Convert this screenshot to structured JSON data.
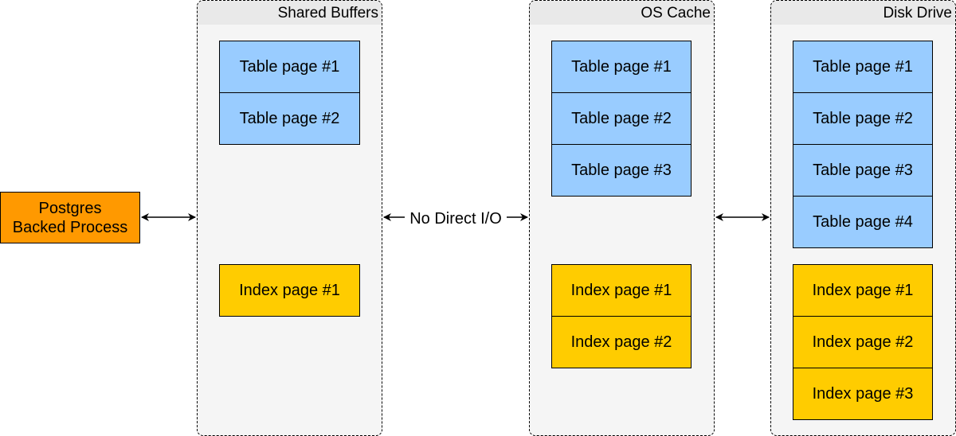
{
  "process": {
    "line1": "Postgres",
    "line2": "Backed Process"
  },
  "containers": [
    {
      "title": "Shared Buffers",
      "table_pages": [
        "Table page #1",
        "Table page #2"
      ],
      "index_pages": [
        "Index page #1"
      ]
    },
    {
      "title": "OS Cache",
      "table_pages": [
        "Table page #1",
        "Table page #2",
        "Table page #3"
      ],
      "index_pages": [
        "Index page #1",
        "Index page #2"
      ]
    },
    {
      "title": "Disk Drive",
      "table_pages": [
        "Table page #1",
        "Table page #2",
        "Table page #3",
        "Table page #4"
      ],
      "index_pages": [
        "Index page #1",
        "Index page #2",
        "Index page #3"
      ]
    }
  ],
  "connections": [
    {
      "from": "process",
      "to": "Shared Buffers",
      "label": ""
    },
    {
      "from": "Shared Buffers",
      "to": "OS Cache",
      "label": "No Direct I/O"
    },
    {
      "from": "OS Cache",
      "to": "Disk Drive",
      "label": ""
    }
  ],
  "colors": {
    "process_fill": "#ff9900",
    "table_page_fill": "#99ccff",
    "index_page_fill": "#ffcc00",
    "container_fill": "#f5f5f5",
    "container_header_fill": "#e9e9e9"
  }
}
